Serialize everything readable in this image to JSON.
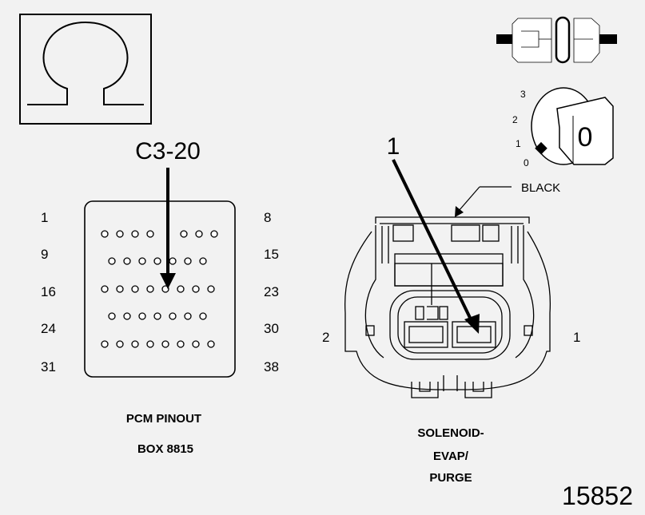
{
  "ohm_icon": {
    "name": "ohm-icon"
  },
  "pcm": {
    "callout": "C3-20",
    "caption_line1": "PCM PINOUT",
    "caption_line2": "BOX 8815",
    "row_labels_left": [
      "1",
      "9",
      "16",
      "24",
      "31"
    ],
    "row_labels_right": [
      "8",
      "15",
      "23",
      "30",
      "38"
    ]
  },
  "connector": {
    "callout": "1",
    "color_label": "BLACK",
    "pin_left": "2",
    "pin_right": "1",
    "caption_line1": "SOLENOID-",
    "caption_line2": "EVAP/",
    "caption_line3": "PURGE"
  },
  "key_switch": {
    "positions": [
      "3",
      "2",
      "1",
      "0"
    ],
    "key_label": "0"
  },
  "figure_number": "15852",
  "colors": {
    "background": "#f2f2f2",
    "ink": "#000000",
    "fuse_fill": "#ffffff"
  }
}
